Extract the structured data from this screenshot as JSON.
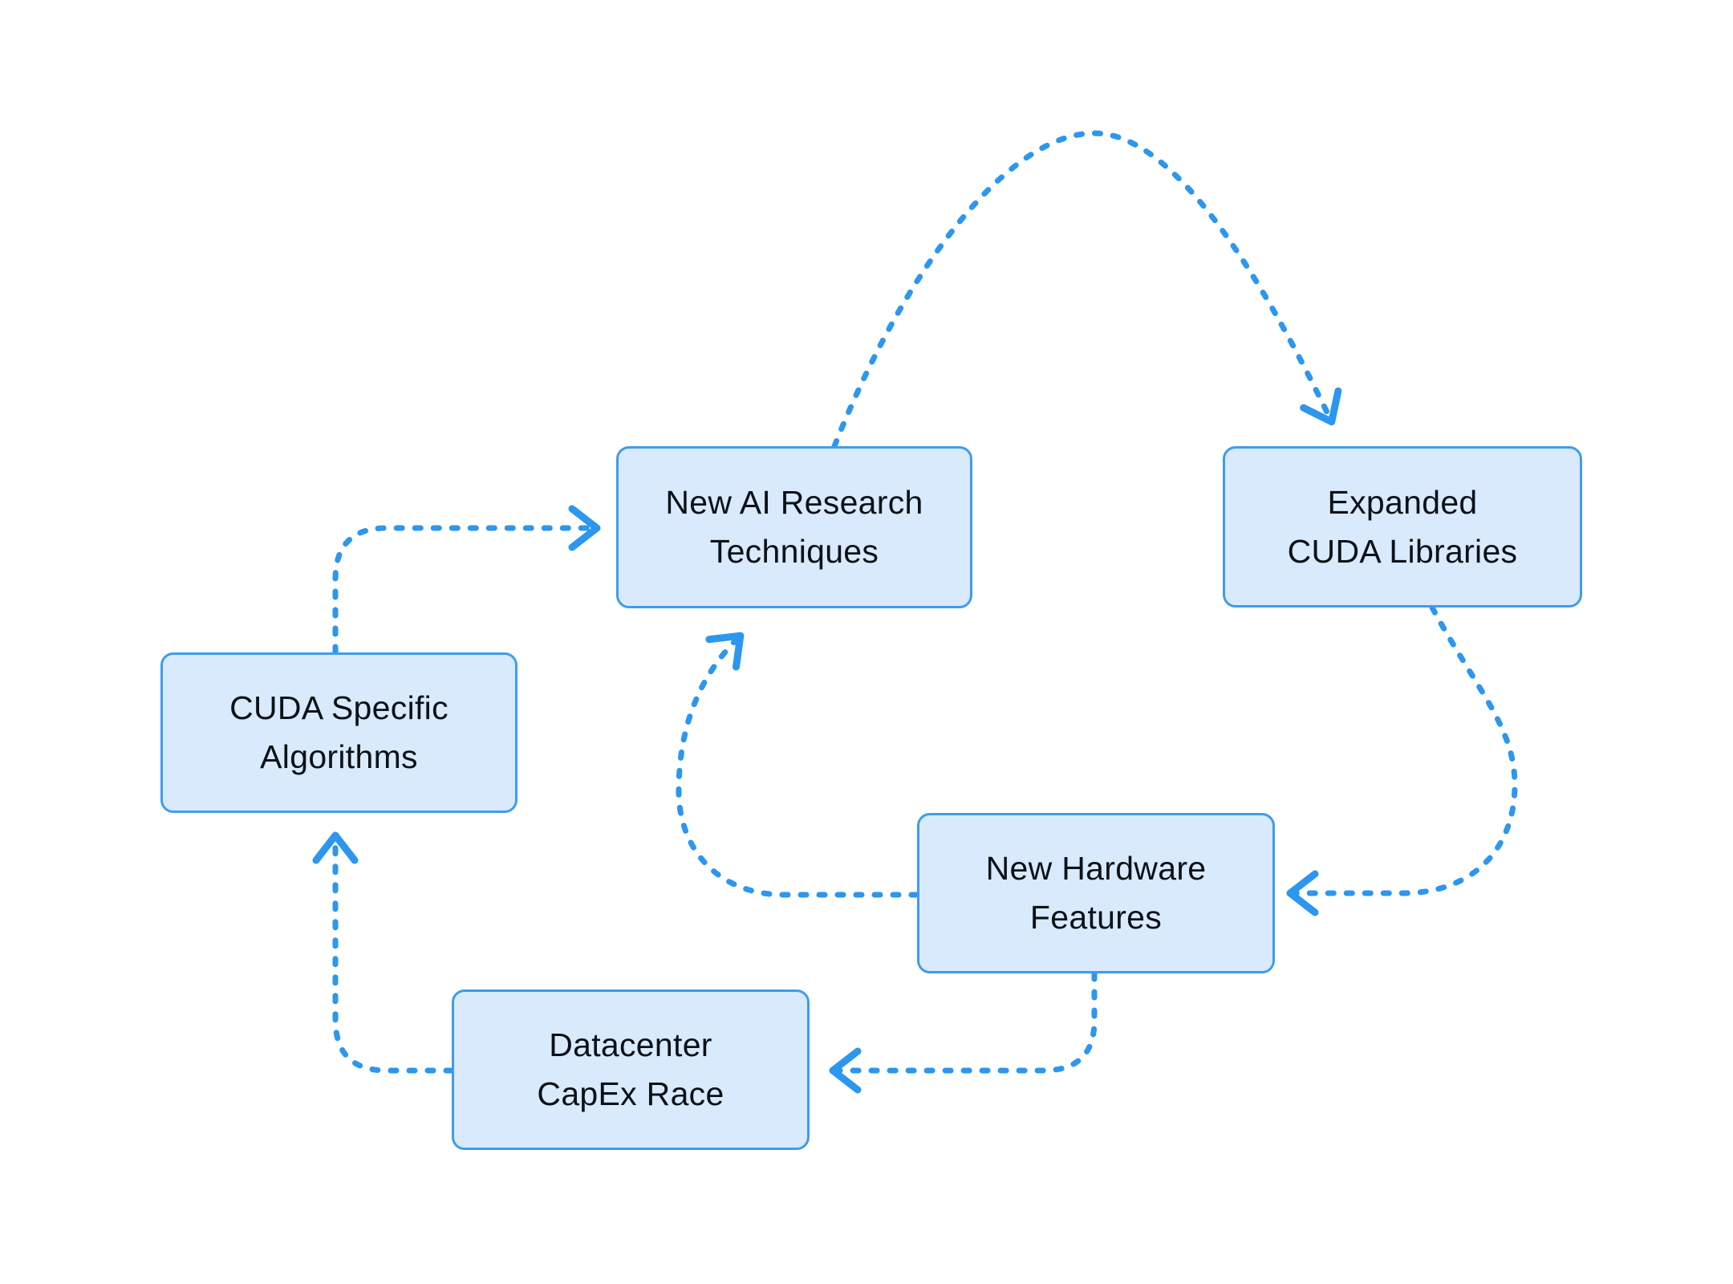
{
  "colors": {
    "background": "#ffffff",
    "node-fill": "#d8eafc",
    "node-border": "#3f9ced",
    "arrow": "#2d96ee",
    "text": "#0c1117"
  },
  "nodes": [
    {
      "id": "new-ai-research-techniques",
      "label": "New AI Research\nTechniques"
    },
    {
      "id": "expanded-cuda-libraries",
      "label": "Expanded\nCUDA Libraries"
    },
    {
      "id": "new-hardware-features",
      "label": "New Hardware\nFeatures"
    },
    {
      "id": "cuda-specific-algorithms",
      "label": "CUDA Specific\nAlgorithms"
    },
    {
      "id": "datacenter-capex-race",
      "label": "Datacenter\nCapEx Race"
    }
  ],
  "edges": [
    {
      "from": "cuda-specific-algorithms",
      "to": "new-ai-research-techniques"
    },
    {
      "from": "new-ai-research-techniques",
      "to": "expanded-cuda-libraries"
    },
    {
      "from": "expanded-cuda-libraries",
      "to": "new-hardware-features"
    },
    {
      "from": "new-hardware-features",
      "to": "new-ai-research-techniques"
    },
    {
      "from": "new-hardware-features",
      "to": "datacenter-capex-race"
    },
    {
      "from": "datacenter-capex-race",
      "to": "cuda-specific-algorithms"
    }
  ]
}
